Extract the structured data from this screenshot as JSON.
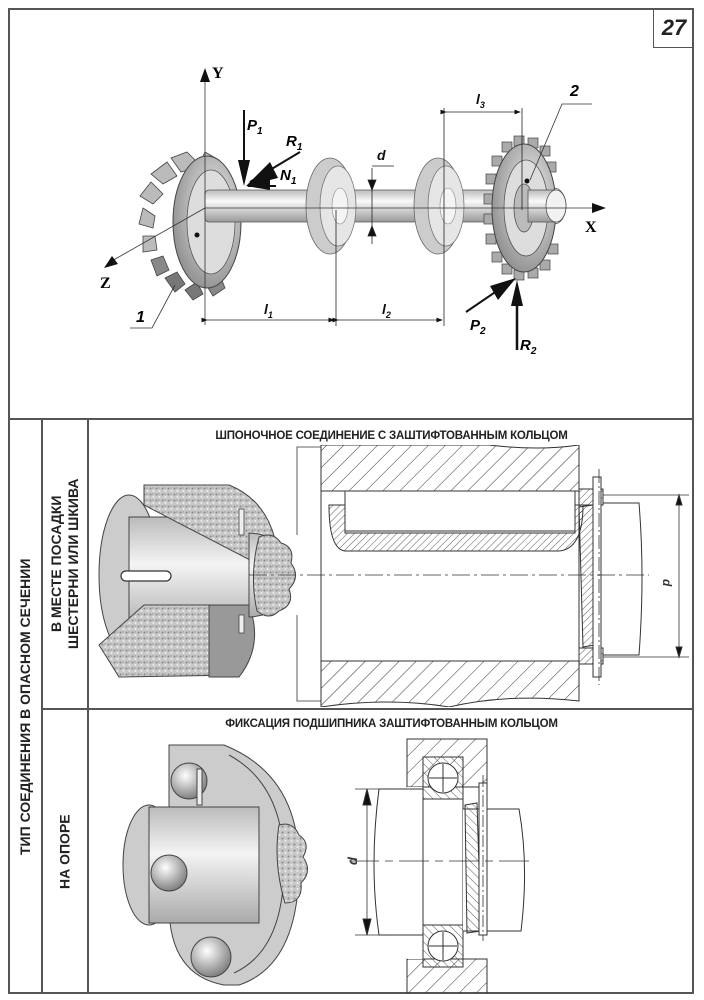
{
  "sheet": {
    "number": "27"
  },
  "top_diagram": {
    "axes": {
      "x": "X",
      "y": "Y",
      "z": "Z"
    },
    "forces": {
      "p1": "P",
      "p1_sub": "1",
      "r1": "R",
      "r1_sub": "1",
      "n1": "N",
      "n1_sub": "1",
      "p2": "P",
      "p2_sub": "2",
      "r2": "R",
      "r2_sub": "2"
    },
    "dimensions": {
      "l1": "l",
      "l1_sub": "1",
      "l2": "l",
      "l2_sub": "2",
      "l3": "l",
      "l3_sub": "3",
      "d": "d"
    },
    "parts": {
      "gear1": "1",
      "gear2": "2"
    }
  },
  "table": {
    "row_header": "ТИП СОЕДИНЕНИЯ В ОПАСНОМ СЕЧЕНИИ",
    "rows": [
      {
        "label_line1": "В МЕСТЕ ПОСАДКИ",
        "label_line2": "ШЕСТЕРНИ ИЛИ ШКИВА",
        "caption": "ШПОНОЧНОЕ СОЕДИНЕНИЕ С ЗАШТИФТОВАННЫМ КОЛЬЦОМ",
        "dimension": "d"
      },
      {
        "label_line1": "НА ОПОРЕ",
        "label_line2": "",
        "caption": "ФИКСАЦИЯ ПОДШИПНИКА ЗАШТИФТОВАННЫМ КОЛЬЦОМ",
        "dimension": "d"
      }
    ]
  }
}
